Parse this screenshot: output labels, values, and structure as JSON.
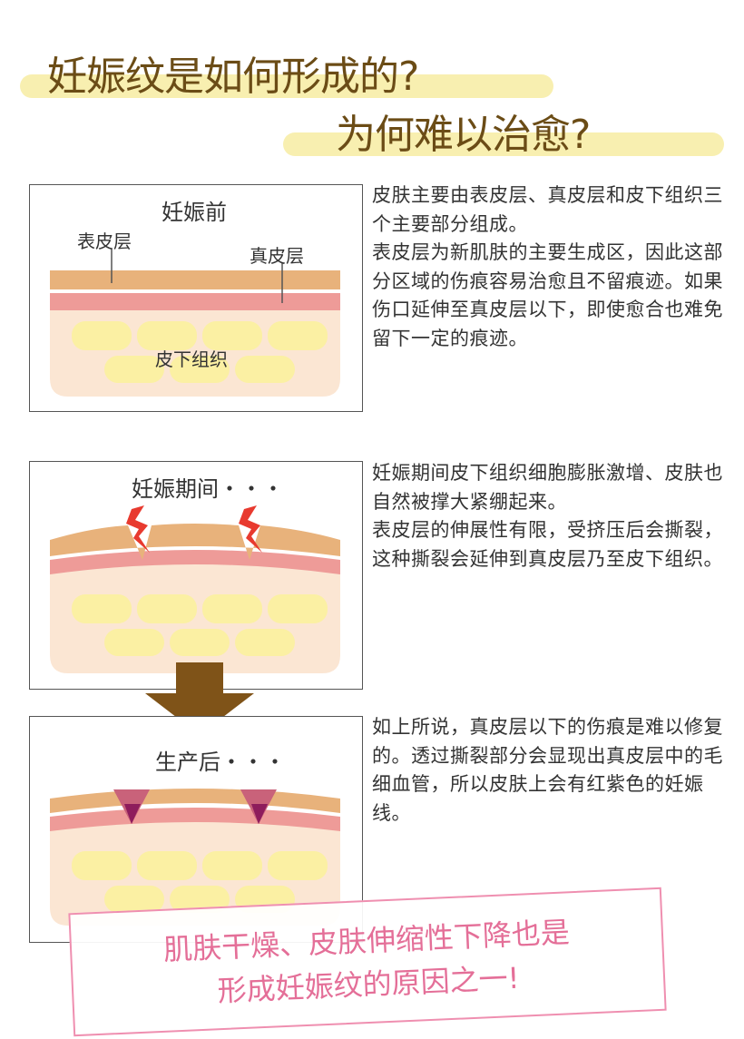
{
  "title": {
    "line1": "妊娠纹是如何形成的?",
    "line2": "为何难以治愈?"
  },
  "colors": {
    "title_text": "#6b4c16",
    "title_highlight": "#f8efb0",
    "epidermis": "#e8b27b",
    "dermis": "#ee9b98",
    "subcutaneous": "#fbe6d3",
    "fat_cell": "#fbf0a3",
    "crack": "#e83a2f",
    "arrow": "#7f5318",
    "callout": "#e46f98"
  },
  "panels": [
    {
      "title": "妊娠前",
      "labels": {
        "epidermis": "表皮层",
        "dermis": "真皮层",
        "subcutaneous": "皮下组织"
      },
      "description": [
        "皮肤主要由表皮层、真皮层和皮下组织三个主要部分组成。",
        "表皮层为新肌肤的主要生成区，因此这部分区域的伤痕容易治愈且不留痕迹。如果伤口延伸至真皮层以下，即使愈合也难免留下一定的痕迹。"
      ]
    },
    {
      "title": "妊娠期间・・・",
      "description": [
        "妊娠期间皮下组织细胞膨胀激增、皮肤也自然被撑大紧绷起来。",
        "表皮层的伸展性有限，受挤压后会撕裂，这种撕裂会延伸到真皮层乃至皮下组织。"
      ]
    },
    {
      "title": "生产后・・・",
      "description": [
        "如上所说，真皮层以下的伤痕是难以修复的。透过撕裂部分会显现出真皮层中的毛细血管，所以皮肤上会有红紫色的妊娠线。"
      ]
    }
  ],
  "callout": {
    "line1": "肌肤干燥、皮肤伸缩性下降也是",
    "line2": "形成妊娠纹的原因之一!"
  }
}
